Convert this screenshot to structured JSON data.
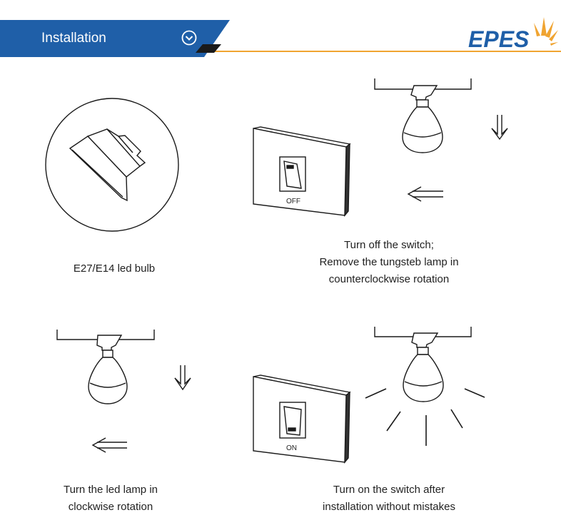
{
  "header": {
    "title": "Installation",
    "accent_color": "#1f5fa8",
    "line_color": "#f0a431",
    "icon": "chevron-down-circle-icon"
  },
  "logo": {
    "text": "EPES",
    "text_color": "#1f5fa8",
    "rays_color": "#f0a431"
  },
  "steps": [
    {
      "caption_lines": [
        "E27/E14 led bulb"
      ]
    },
    {
      "switch_label": "OFF",
      "caption_lines": [
        "Turn off the switch;",
        "Remove the tungsteb lamp in",
        "counterclockwise rotation"
      ]
    },
    {
      "caption_lines": [
        "Turn the led lamp in",
        "clockwise rotation"
      ]
    },
    {
      "switch_label": "ON",
      "caption_lines": [
        "Turn on the switch after",
        "installation without mistakes"
      ]
    }
  ]
}
